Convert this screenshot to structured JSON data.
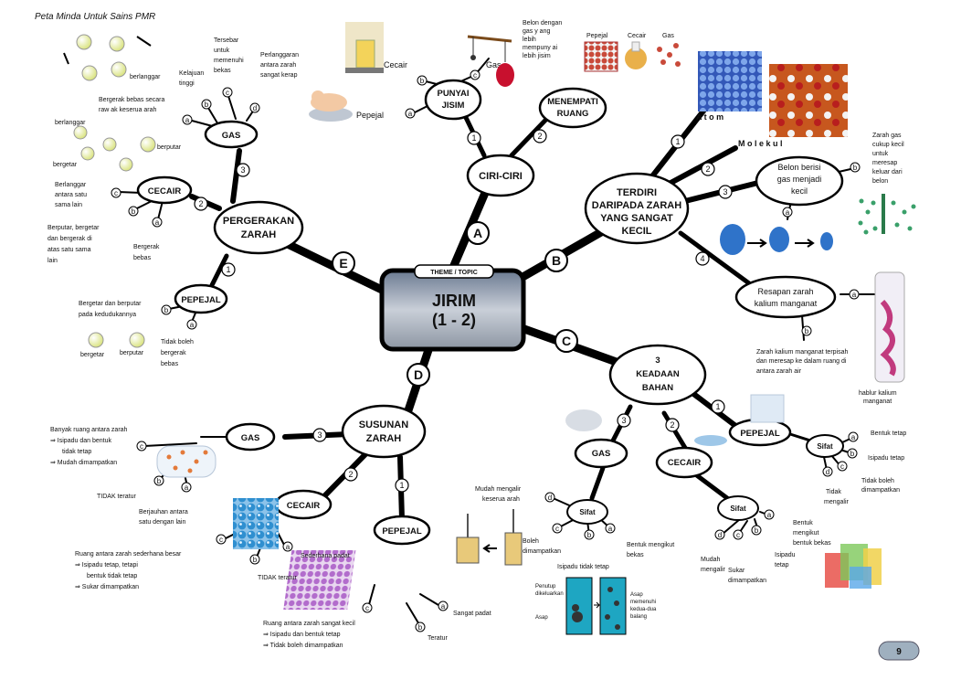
{
  "header": {
    "title": "Peta Minda Untuk Sains PMR"
  },
  "page_number": "9",
  "center": {
    "tag": "THEME / TOPIC",
    "title_1": "JIRIM",
    "title_2": "(1 - 2)"
  },
  "branches": {
    "A": {
      "letter": "A",
      "title": "CIRI-CIRI",
      "n1": {
        "num": "1",
        "l1": "PUNYAI",
        "l2": "JISIM",
        "a": "Pepejal",
        "b": "Cecair",
        "c": "Gas",
        "balloon": [
          "Belon dengan",
          "gas y ang",
          "lebih",
          "mempuny ai",
          "lebih jisim"
        ]
      },
      "n2": {
        "num": "2",
        "l1": "MENEMPATI",
        "l2": "RUANG",
        "img": [
          "Pepejal",
          "Cecair",
          "Gas"
        ]
      }
    },
    "B": {
      "letter": "B",
      "l1": "TERDIRI",
      "l2": "DARIPADA ZARAH",
      "l3": "YANG SANGAT",
      "l4": "KECIL",
      "n1": {
        "num": "1",
        "text": "A t o m"
      },
      "n2": {
        "num": "2",
        "text": "M o l e k u l"
      },
      "n3": {
        "num": "3",
        "l1": "Belon   berisi",
        "l2": "gas  menjadi",
        "l3": "kecil",
        "b": [
          "Zarah gas",
          "cukup kecil",
          "untuk",
          "meresap",
          "keluar dari",
          "belon"
        ]
      },
      "n4": {
        "num": "4",
        "l1": "Resapan zarah",
        "l2": "kalium manganat",
        "b": [
          "Zarah kalium  manganat  terpisah",
          "dan meresap ke dalam ruang di",
          "antara zarah air"
        ],
        "img": [
          "hablur kalium",
          "manganat"
        ]
      }
    },
    "C": {
      "letter": "C",
      "l1": "3",
      "l2": "KEADAAN",
      "l3": "BAHAN",
      "n1": {
        "num": "1",
        "title": "PEPEJAL",
        "sifat": "Sifat",
        "a": "Bentuk tetap",
        "b": "Isipadu  tetap",
        "c": [
          "Tidak boleh",
          "dimampatkan"
        ],
        "d": [
          "Tidak",
          "mengalir"
        ]
      },
      "n2": {
        "num": "2",
        "title": "CECAIR",
        "sifat": "Sifat",
        "a": [
          "Bentuk",
          "mengikut",
          "bentuk bekas"
        ],
        "b": [
          "Isipadu",
          "tetap"
        ],
        "c": [
          "Sukar",
          "dimampatkan"
        ],
        "d": [
          "Mudah",
          "mengalir"
        ]
      },
      "n3": {
        "num": "3",
        "title": "GAS",
        "sifat": "Sifat",
        "a": [
          "Bentuk mengikut",
          "bekas"
        ],
        "b": "Isipadu  tidak   tetap",
        "c": [
          "Boleh",
          "dimampatkan"
        ],
        "d": [
          "Mudah mengalir",
          "keserua arah"
        ],
        "jar": {
          "left": [
            "Penutup",
            "dikeluarkan"
          ],
          "asap": "Asap",
          "right": [
            "Asap",
            "memenuhi",
            "kedua-dua",
            "balang"
          ]
        }
      }
    },
    "D": {
      "letter": "D",
      "l1": "SUSUNAN",
      "l2": "ZARAH",
      "n1": {
        "num": "1",
        "title": "PEPEJAL",
        "a": "Sangat padat",
        "b": "Teratur",
        "c": [
          "Ruang antara zarah sangat kecil",
          "⇒ Isipadu  dan bentuk tetap",
          "⇒ Tidak  boleh  dimampatkan"
        ]
      },
      "n2": {
        "num": "2",
        "title": "CECAIR",
        "a": "Sederhana padat",
        "b": "TIDAK teratur",
        "c": [
          "Ruang antara zarah sederhana besar",
          "⇒ Isipadu  tetap, tetapi",
          "bentuk tidak tetap",
          "⇒ Sukar dimampatkan"
        ]
      },
      "n3": {
        "num": "3",
        "title": "GAS",
        "a": [
          "Berjauhan antara",
          "satu dengan lain"
        ],
        "b": "TIDAK teratur",
        "c": [
          "Banyak ruang antara zarah",
          "⇒ Isipadu  dan bentuk",
          "tidak  tetap",
          "⇒ Mudah dimampatkan"
        ]
      }
    },
    "E": {
      "letter": "E",
      "l1": "PERGERAKAN",
      "l2": "ZARAH",
      "n1": {
        "num": "1",
        "title": "PEPEJAL",
        "a": [
          "Tidak boleh",
          "bergerak",
          "bebas"
        ],
        "b": [
          "Bergetar dan berputar",
          "pada kedudukannya"
        ],
        "img": [
          "bergetar",
          "berputar"
        ]
      },
      "n2": {
        "num": "2",
        "title": "CECAIR",
        "a": [
          "Bergerak",
          "bebas"
        ],
        "b": [
          "Berputar,  bergetar",
          "dan bergerak di",
          "atas satu sama",
          "lain"
        ],
        "c": [
          "Berlanggar",
          "antara satu",
          "sama lain"
        ]
      },
      "n3": {
        "num": "3",
        "title": "GAS",
        "a": [
          "Bergerak bebas secara",
          "raw ak keserua arah"
        ],
        "b": [
          "Kelajuan",
          "tinggi"
        ],
        "c": [
          "Tersebar",
          "untuk",
          "memenuhi",
          "bekas"
        ],
        "d": [
          "Perlanggaran",
          "antara  zarah",
          "sangat kerap"
        ],
        "img1": "berlanggar",
        "img2": [
          "berlanggar",
          "berputar",
          "bergetar"
        ]
      }
    }
  },
  "colors": {
    "line": "#000000",
    "center_bg": "#8a96a6",
    "sky": "#c9ced7",
    "pink": "#c13a7e",
    "blue": "#2f73c9"
  }
}
